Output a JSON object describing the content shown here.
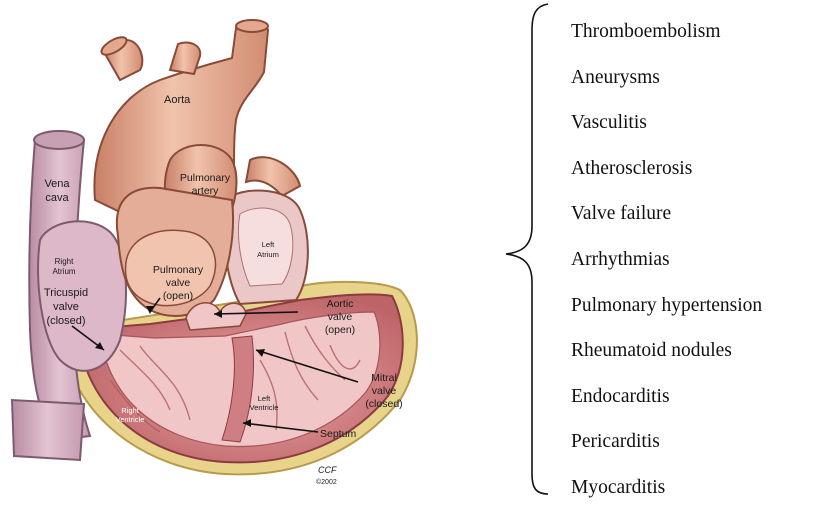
{
  "heart_labels": {
    "aorta": "Aorta",
    "vena_cava_1": "Vena",
    "vena_cava_2": "cava",
    "pulmonary_artery_1": "Pulmonary",
    "pulmonary_artery_2": "artery",
    "left_atrium_1": "Left",
    "left_atrium_2": "Atrium",
    "right_atrium_1": "Right",
    "right_atrium_2": "Atrium",
    "tricuspid_1": "Tricuspid",
    "tricuspid_2": "valve",
    "tricuspid_3": "(closed)",
    "pulmonary_valve_1": "Pulmonary",
    "pulmonary_valve_2": "valve",
    "pulmonary_valve_3": "(open)",
    "aortic_valve_1": "Aortic",
    "aortic_valve_2": "valve",
    "aortic_valve_3": "(open)",
    "mitral_1": "Mitral",
    "mitral_2": "valve",
    "mitral_3": "(closed)",
    "right_ventricle_1": "Right",
    "right_ventricle_2": "Ventricle",
    "left_ventricle_1": "Left",
    "left_ventricle_2": "Ventricle",
    "septum": "Septum",
    "credit_1": "CCF",
    "credit_2": "©2002"
  },
  "conditions": [
    "Thromboembolism",
    "Aneurysms",
    "Vasculitis",
    "Atherosclerosis",
    "Valve failure",
    "Arrhythmias",
    "Pulmonary hypertension",
    "Rheumatoid nodules",
    "Endocarditis",
    "Pericarditis",
    "Myocarditis"
  ],
  "colors": {
    "vessel": "#e9b59c",
    "vessel_shadow": "#c9846a",
    "vena": "#d8b3c4",
    "muscle": "#d98a8a",
    "muscle_dark": "#b85a5e",
    "pericardium": "#e8d48a"
  }
}
